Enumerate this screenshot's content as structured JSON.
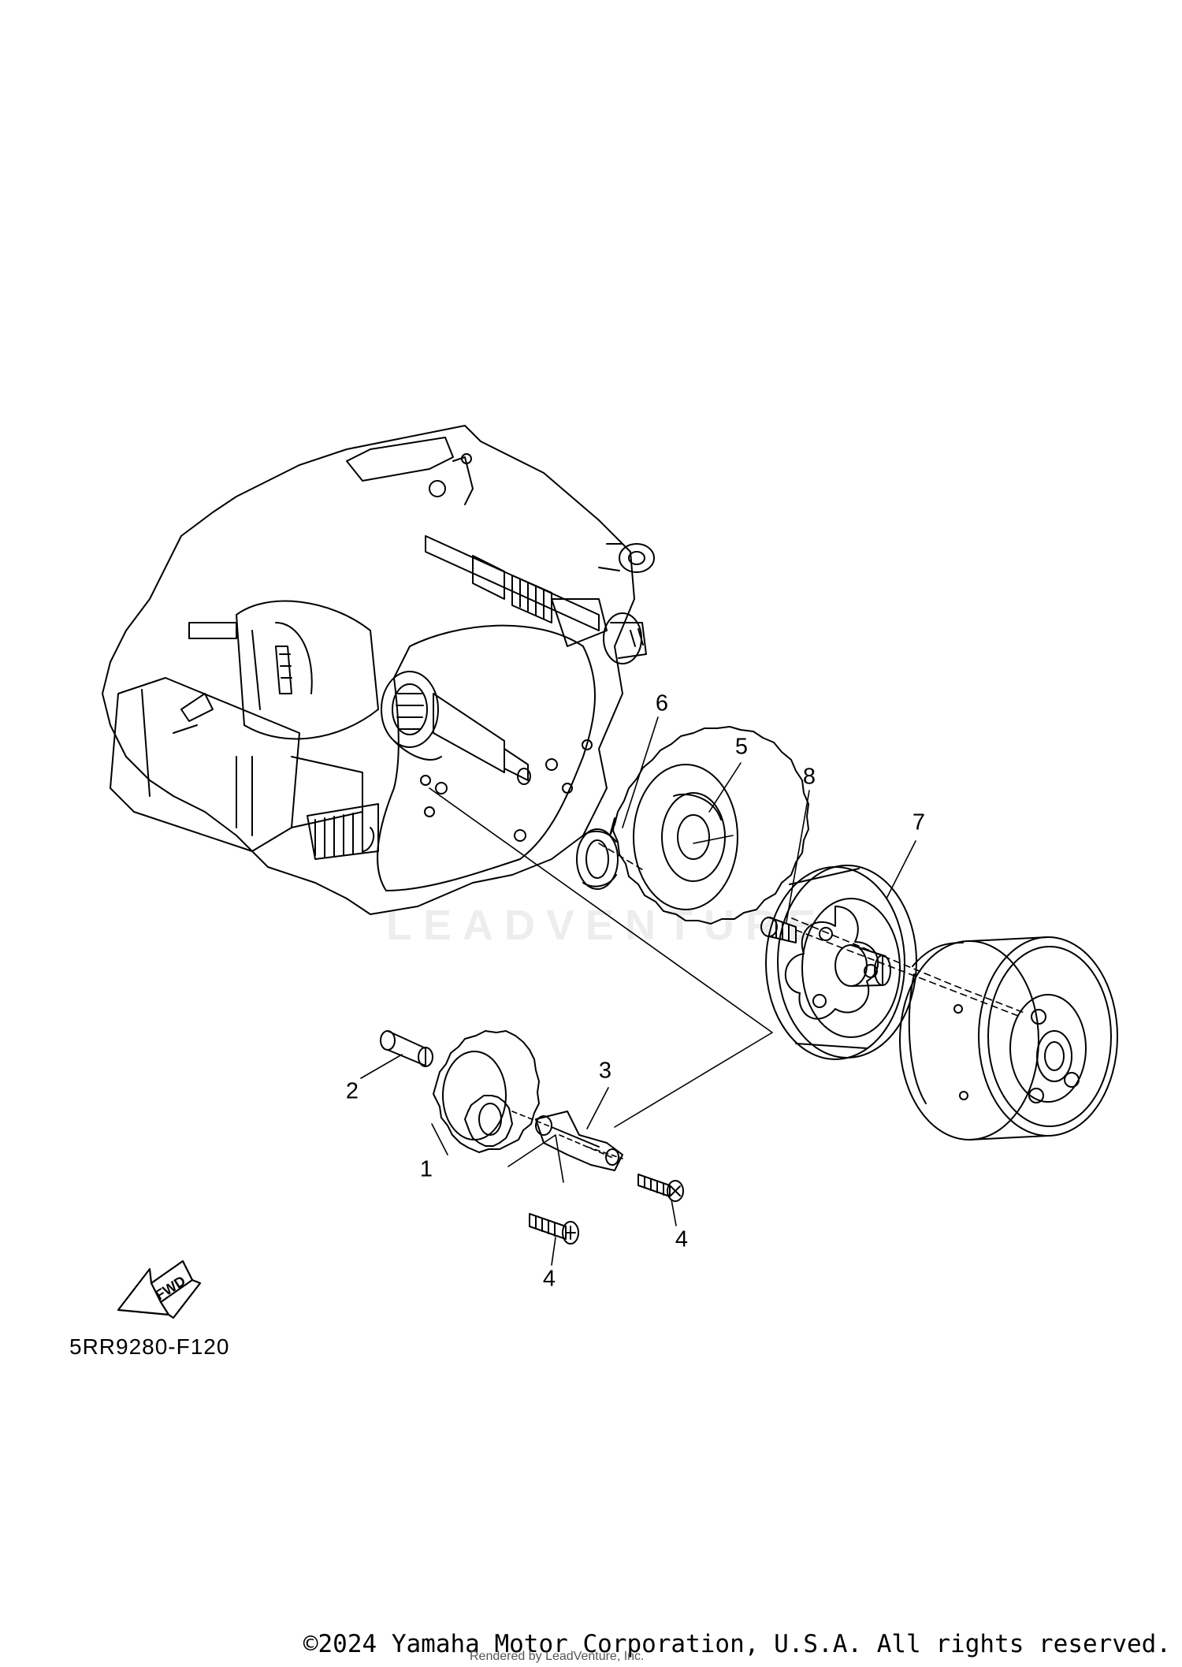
{
  "diagram": {
    "code": "5RR9280-F120",
    "fwd_label": "FWD",
    "watermark": "LEADVENTURE"
  },
  "callouts": [
    {
      "id": "1",
      "label": "1"
    },
    {
      "id": "2",
      "label": "2"
    },
    {
      "id": "3",
      "label": "3"
    },
    {
      "id": "4a",
      "label": "4"
    },
    {
      "id": "4b",
      "label": "4"
    },
    {
      "id": "5",
      "label": "5"
    },
    {
      "id": "6",
      "label": "6"
    },
    {
      "id": "7",
      "label": "7"
    },
    {
      "id": "8",
      "label": "8"
    }
  ],
  "footer": {
    "copyright": "©2024 Yamaha Motor Corporation, U.S.A. All rights reserved.",
    "rendered_by": "Rendered by LeadVenture, Inc."
  },
  "colors": {
    "line": "#000000",
    "background": "#ffffff"
  }
}
